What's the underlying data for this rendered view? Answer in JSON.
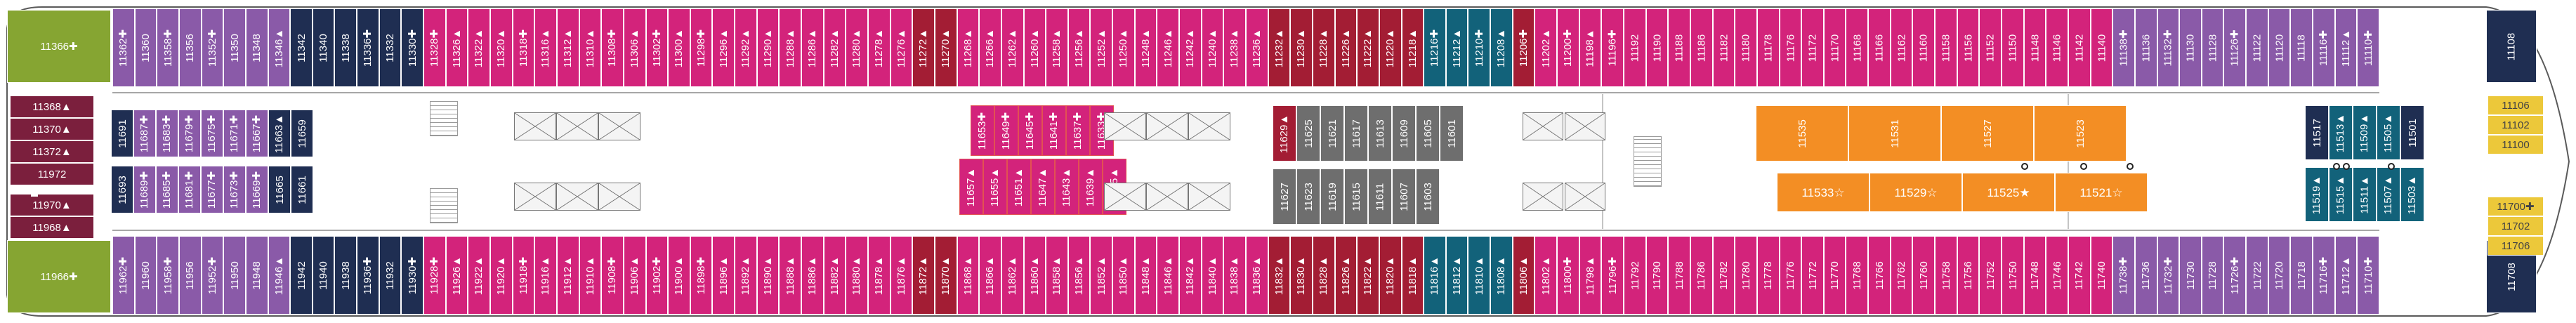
{
  "colors": {
    "purple": "#8a5aa8",
    "magenta": "#d3237b",
    "crimson": "#a31d34",
    "navy": "#1f2e52",
    "teal": "#12627a",
    "orange": "#f38e24",
    "yellow": "#ecc83a",
    "olive": "#86a532",
    "wine": "#7b1f3d",
    "gray": "#6e6e6e",
    "outline": "#e25252"
  },
  "forward_inside": [
    "11368▲",
    "11370▲",
    "11372▲",
    "11972",
    "11970▲",
    "11968▲"
  ],
  "forward_top": [
    "11366✚"
  ],
  "forward_bottom": [
    "11966✚"
  ],
  "top_row": [
    {
      "v": "11362✚",
      "c": "purple"
    },
    {
      "v": "11360",
      "c": "purple"
    },
    {
      "v": "11358✚",
      "c": "purple"
    },
    {
      "v": "11356",
      "c": "purple"
    },
    {
      "v": "11352✚",
      "c": "purple"
    },
    {
      "v": "11350",
      "c": "purple"
    },
    {
      "v": "11348",
      "c": "purple"
    },
    {
      "v": "11346▲",
      "c": "purple"
    },
    {
      "v": "11342",
      "c": "navy"
    },
    {
      "v": "11340",
      "c": "navy"
    },
    {
      "v": "11338",
      "c": "navy"
    },
    {
      "v": "11336✚",
      "c": "navy"
    },
    {
      "v": "11332",
      "c": "navy"
    },
    {
      "v": "11330✚",
      "c": "navy"
    },
    {
      "v": "11328✚",
      "c": "magenta"
    },
    {
      "v": "11326▲",
      "c": "magenta"
    },
    {
      "v": "11322▲",
      "c": "magenta"
    },
    {
      "v": "11320▲",
      "c": "magenta"
    },
    {
      "v": "11318✚",
      "c": "magenta"
    },
    {
      "v": "11316▲",
      "c": "magenta"
    },
    {
      "v": "11312▲",
      "c": "magenta"
    },
    {
      "v": "11310▲",
      "c": "magenta"
    },
    {
      "v": "11308✚",
      "c": "magenta"
    },
    {
      "v": "11306▲",
      "c": "magenta"
    },
    {
      "v": "11302✚",
      "c": "magenta"
    },
    {
      "v": "11300▲",
      "c": "magenta"
    },
    {
      "v": "11298✚",
      "c": "magenta"
    },
    {
      "v": "11296▲",
      "c": "magenta"
    },
    {
      "v": "11292▲",
      "c": "magenta"
    },
    {
      "v": "11290▲",
      "c": "magenta"
    },
    {
      "v": "11288▲",
      "c": "magenta"
    },
    {
      "v": "11286▲",
      "c": "magenta"
    },
    {
      "v": "11282▲",
      "c": "magenta"
    },
    {
      "v": "11280▲",
      "c": "magenta"
    },
    {
      "v": "11278▲",
      "c": "magenta"
    },
    {
      "v": "11276▲",
      "c": "magenta"
    },
    {
      "v": "11272▲",
      "c": "crimson"
    },
    {
      "v": "11270▲",
      "c": "crimson"
    },
    {
      "v": "11268▲",
      "c": "magenta"
    },
    {
      "v": "11266▲",
      "c": "magenta"
    },
    {
      "v": "11262▲",
      "c": "magenta"
    },
    {
      "v": "11260▲",
      "c": "magenta"
    },
    {
      "v": "11258▲",
      "c": "magenta"
    },
    {
      "v": "11256▲",
      "c": "magenta"
    },
    {
      "v": "11252▲",
      "c": "magenta"
    },
    {
      "v": "11250▲",
      "c": "magenta"
    },
    {
      "v": "11248▲",
      "c": "magenta"
    },
    {
      "v": "11246▲",
      "c": "magenta"
    },
    {
      "v": "11242▲",
      "c": "magenta"
    },
    {
      "v": "11240▲",
      "c": "magenta"
    },
    {
      "v": "11238▲",
      "c": "magenta"
    },
    {
      "v": "11236▲",
      "c": "magenta"
    },
    {
      "v": "11232▲",
      "c": "crimson"
    },
    {
      "v": "11230▲",
      "c": "crimson"
    },
    {
      "v": "11228▲",
      "c": "crimson"
    },
    {
      "v": "11226▲",
      "c": "crimson"
    },
    {
      "v": "11222▲",
      "c": "crimson"
    },
    {
      "v": "11220▲",
      "c": "crimson"
    },
    {
      "v": "11218▲",
      "c": "crimson"
    },
    {
      "v": "11216✚",
      "c": "teal"
    },
    {
      "v": "11212▲",
      "c": "teal"
    },
    {
      "v": "11210✚",
      "c": "teal"
    },
    {
      "v": "11208▲",
      "c": "teal"
    },
    {
      "v": "11206✚",
      "c": "crimson"
    },
    {
      "v": "11202▲",
      "c": "magenta"
    },
    {
      "v": "11200✚",
      "c": "magenta"
    },
    {
      "v": "11198▲",
      "c": "magenta"
    },
    {
      "v": "11196✚",
      "c": "magenta"
    },
    {
      "v": "11192",
      "c": "magenta"
    },
    {
      "v": "11190",
      "c": "magenta"
    },
    {
      "v": "11188",
      "c": "magenta"
    },
    {
      "v": "11186",
      "c": "magenta"
    },
    {
      "v": "11182",
      "c": "magenta"
    },
    {
      "v": "11180",
      "c": "magenta"
    },
    {
      "v": "11178",
      "c": "magenta"
    },
    {
      "v": "11176",
      "c": "magenta"
    },
    {
      "v": "11172",
      "c": "magenta"
    },
    {
      "v": "11170",
      "c": "magenta"
    },
    {
      "v": "11168",
      "c": "magenta"
    },
    {
      "v": "11166",
      "c": "magenta"
    },
    {
      "v": "11162",
      "c": "magenta"
    },
    {
      "v": "11160",
      "c": "magenta"
    },
    {
      "v": "11158",
      "c": "magenta"
    },
    {
      "v": "11156",
      "c": "magenta"
    },
    {
      "v": "11152",
      "c": "magenta"
    },
    {
      "v": "11150",
      "c": "magenta"
    },
    {
      "v": "11148",
      "c": "magenta"
    },
    {
      "v": "11146",
      "c": "magenta"
    },
    {
      "v": "11142",
      "c": "magenta"
    },
    {
      "v": "11140",
      "c": "magenta"
    },
    {
      "v": "11138✚",
      "c": "purple"
    },
    {
      "v": "11136",
      "c": "purple"
    },
    {
      "v": "11132✚",
      "c": "purple"
    },
    {
      "v": "11130",
      "c": "purple"
    },
    {
      "v": "11128",
      "c": "purple"
    },
    {
      "v": "11126✚",
      "c": "purple"
    },
    {
      "v": "11122",
      "c": "purple"
    },
    {
      "v": "11120",
      "c": "purple"
    },
    {
      "v": "11118",
      "c": "purple"
    },
    {
      "v": "11116✚",
      "c": "purple"
    },
    {
      "v": "11112▲",
      "c": "purple"
    },
    {
      "v": "11110✚",
      "c": "purple"
    }
  ],
  "bottom_row": [
    {
      "v": "11962✚",
      "c": "purple"
    },
    {
      "v": "11960",
      "c": "purple"
    },
    {
      "v": "11958✚",
      "c": "purple"
    },
    {
      "v": "11956",
      "c": "purple"
    },
    {
      "v": "11952✚",
      "c": "purple"
    },
    {
      "v": "11950",
      "c": "purple"
    },
    {
      "v": "11948",
      "c": "purple"
    },
    {
      "v": "11946▲",
      "c": "purple"
    },
    {
      "v": "11942",
      "c": "navy"
    },
    {
      "v": "11940",
      "c": "navy"
    },
    {
      "v": "11938",
      "c": "navy"
    },
    {
      "v": "11936✚",
      "c": "navy"
    },
    {
      "v": "11932",
      "c": "navy"
    },
    {
      "v": "11930✚",
      "c": "navy"
    },
    {
      "v": "11928✚",
      "c": "magenta"
    },
    {
      "v": "11926▲",
      "c": "magenta"
    },
    {
      "v": "11922▲",
      "c": "magenta"
    },
    {
      "v": "11920▲",
      "c": "magenta"
    },
    {
      "v": "11918✚",
      "c": "magenta"
    },
    {
      "v": "11916▲",
      "c": "magenta"
    },
    {
      "v": "11912▲",
      "c": "magenta"
    },
    {
      "v": "11910▲",
      "c": "magenta"
    },
    {
      "v": "11908✚",
      "c": "magenta"
    },
    {
      "v": "11906▲",
      "c": "magenta"
    },
    {
      "v": "11902✚",
      "c": "magenta"
    },
    {
      "v": "11900▲",
      "c": "magenta"
    },
    {
      "v": "11898✚",
      "c": "magenta"
    },
    {
      "v": "11896▲",
      "c": "magenta"
    },
    {
      "v": "11892▲",
      "c": "magenta"
    },
    {
      "v": "11890▲",
      "c": "magenta"
    },
    {
      "v": "11888▲",
      "c": "magenta"
    },
    {
      "v": "11886▲",
      "c": "magenta"
    },
    {
      "v": "11882▲",
      "c": "magenta"
    },
    {
      "v": "11880▲",
      "c": "magenta"
    },
    {
      "v": "11878▲",
      "c": "magenta"
    },
    {
      "v": "11876▲",
      "c": "magenta"
    },
    {
      "v": "11872▲",
      "c": "crimson"
    },
    {
      "v": "11870▲",
      "c": "crimson"
    },
    {
      "v": "11868▲",
      "c": "magenta"
    },
    {
      "v": "11866▲",
      "c": "magenta"
    },
    {
      "v": "11862▲",
      "c": "magenta"
    },
    {
      "v": "11860▲",
      "c": "magenta"
    },
    {
      "v": "11858▲",
      "c": "magenta"
    },
    {
      "v": "11856▲",
      "c": "magenta"
    },
    {
      "v": "11852▲",
      "c": "magenta"
    },
    {
      "v": "11850▲",
      "c": "magenta"
    },
    {
      "v": "11848▲",
      "c": "magenta"
    },
    {
      "v": "11846▲",
      "c": "magenta"
    },
    {
      "v": "11842▲",
      "c": "magenta"
    },
    {
      "v": "11840▲",
      "c": "magenta"
    },
    {
      "v": "11838▲",
      "c": "magenta"
    },
    {
      "v": "11836▲",
      "c": "magenta"
    },
    {
      "v": "11832▲",
      "c": "crimson"
    },
    {
      "v": "11830▲",
      "c": "crimson"
    },
    {
      "v": "11828▲",
      "c": "crimson"
    },
    {
      "v": "11826▲",
      "c": "crimson"
    },
    {
      "v": "11822▲",
      "c": "crimson"
    },
    {
      "v": "11820▲",
      "c": "crimson"
    },
    {
      "v": "11818▲",
      "c": "crimson"
    },
    {
      "v": "11816▲",
      "c": "teal"
    },
    {
      "v": "11812▲",
      "c": "teal"
    },
    {
      "v": "11810▲",
      "c": "teal"
    },
    {
      "v": "11808▲",
      "c": "teal"
    },
    {
      "v": "11806▲",
      "c": "crimson"
    },
    {
      "v": "11802▲",
      "c": "magenta"
    },
    {
      "v": "11800✚",
      "c": "magenta"
    },
    {
      "v": "11798▲",
      "c": "magenta"
    },
    {
      "v": "11796✚",
      "c": "magenta"
    },
    {
      "v": "11792",
      "c": "magenta"
    },
    {
      "v": "11790",
      "c": "magenta"
    },
    {
      "v": "11788",
      "c": "magenta"
    },
    {
      "v": "11786",
      "c": "magenta"
    },
    {
      "v": "11782",
      "c": "magenta"
    },
    {
      "v": "11780",
      "c": "magenta"
    },
    {
      "v": "11778",
      "c": "magenta"
    },
    {
      "v": "11776",
      "c": "magenta"
    },
    {
      "v": "11772",
      "c": "magenta"
    },
    {
      "v": "11770",
      "c": "magenta"
    },
    {
      "v": "11768",
      "c": "magenta"
    },
    {
      "v": "11766",
      "c": "magenta"
    },
    {
      "v": "11762",
      "c": "magenta"
    },
    {
      "v": "11760",
      "c": "magenta"
    },
    {
      "v": "11758",
      "c": "magenta"
    },
    {
      "v": "11756",
      "c": "magenta"
    },
    {
      "v": "11752",
      "c": "magenta"
    },
    {
      "v": "11750",
      "c": "magenta"
    },
    {
      "v": "11748",
      "c": "magenta"
    },
    {
      "v": "11746",
      "c": "magenta"
    },
    {
      "v": "11742",
      "c": "magenta"
    },
    {
      "v": "11740",
      "c": "magenta"
    },
    {
      "v": "11738✚",
      "c": "purple"
    },
    {
      "v": "11736",
      "c": "purple"
    },
    {
      "v": "11732✚",
      "c": "purple"
    },
    {
      "v": "11730",
      "c": "purple"
    },
    {
      "v": "11728",
      "c": "purple"
    },
    {
      "v": "11726✚",
      "c": "purple"
    },
    {
      "v": "11722",
      "c": "purple"
    },
    {
      "v": "11720",
      "c": "purple"
    },
    {
      "v": "11718",
      "c": "purple"
    },
    {
      "v": "11716✚",
      "c": "purple"
    },
    {
      "v": "11712▲",
      "c": "purple"
    },
    {
      "v": "11710✚",
      "c": "purple"
    }
  ],
  "aft_inside": [
    {
      "v": "11108",
      "c": "navy"
    },
    {
      "v": "11106",
      "c": "yellow"
    },
    {
      "v": "11102",
      "c": "yellow"
    },
    {
      "v": "11100",
      "c": "yellow"
    },
    {
      "v": "11700✚",
      "c": "yellow"
    },
    {
      "v": "11702",
      "c": "yellow"
    },
    {
      "v": "11706",
      "c": "yellow"
    },
    {
      "v": "11708",
      "c": "navy"
    }
  ],
  "inner_a_upper": [
    {
      "v": "11691",
      "c": "navy"
    },
    {
      "v": "11687✚",
      "c": "purple"
    },
    {
      "v": "11683✚",
      "c": "purple"
    },
    {
      "v": "11679✚",
      "c": "purple"
    },
    {
      "v": "11675✚",
      "c": "purple"
    },
    {
      "v": "11671✚",
      "c": "purple"
    },
    {
      "v": "11667✚",
      "c": "purple"
    },
    {
      "v": "11663▲",
      "c": "navy"
    },
    {
      "v": "11659",
      "c": "navy"
    }
  ],
  "inner_a_lower": [
    {
      "v": "11693",
      "c": "navy"
    },
    {
      "v": "11689✚",
      "c": "purple"
    },
    {
      "v": "11685✚",
      "c": "purple"
    },
    {
      "v": "11681✚",
      "c": "purple"
    },
    {
      "v": "11677✚",
      "c": "purple"
    },
    {
      "v": "11673✚",
      "c": "purple"
    },
    {
      "v": "11669✚",
      "c": "purple"
    },
    {
      "v": "11665",
      "c": "navy"
    },
    {
      "v": "11661",
      "c": "navy"
    }
  ],
  "inner_b_upper": [
    {
      "v": "11653✚",
      "c": "magenta"
    },
    {
      "v": "11649✚",
      "c": "magenta"
    },
    {
      "v": "11645✚",
      "c": "magenta"
    },
    {
      "v": "11641✚",
      "c": "magenta"
    },
    {
      "v": "11637✚",
      "c": "magenta"
    },
    {
      "v": "11633✚",
      "c": "magenta"
    }
  ],
  "inner_b_lower": [
    {
      "v": "11657▲",
      "c": "magenta"
    },
    {
      "v": "11655▲",
      "c": "magenta"
    },
    {
      "v": "11651▲",
      "c": "magenta"
    },
    {
      "v": "11647▲",
      "c": "magenta"
    },
    {
      "v": "11643▲",
      "c": "magenta"
    },
    {
      "v": "11639▲",
      "c": "magenta"
    },
    {
      "v": "11635▲",
      "c": "magenta"
    }
  ],
  "inner_c_upper": [
    {
      "v": "11629▲",
      "c": "crimson"
    },
    {
      "v": "11625",
      "c": "gray"
    },
    {
      "v": "11621",
      "c": "gray"
    },
    {
      "v": "11617",
      "c": "gray"
    },
    {
      "v": "11613",
      "c": "gray"
    },
    {
      "v": "11609",
      "c": "gray"
    },
    {
      "v": "11605",
      "c": "gray"
    },
    {
      "v": "11601",
      "c": "gray"
    }
  ],
  "inner_c_lower": [
    {
      "v": "11627",
      "c": "gray"
    },
    {
      "v": "11623",
      "c": "gray"
    },
    {
      "v": "11619",
      "c": "gray"
    },
    {
      "v": "11615",
      "c": "gray"
    },
    {
      "v": "11611",
      "c": "gray"
    },
    {
      "v": "11607",
      "c": "gray"
    },
    {
      "v": "11603",
      "c": "gray"
    }
  ],
  "suites_upper": [
    "11535",
    "11531",
    "11527",
    "11523"
  ],
  "suites_lower": [
    "11533☆",
    "11529☆",
    "11525★",
    "11521☆"
  ],
  "inner_d_upper": [
    {
      "v": "11517",
      "c": "navy"
    },
    {
      "v": "11513▲",
      "c": "teal"
    },
    {
      "v": "11509▲",
      "c": "teal"
    },
    {
      "v": "11505▲",
      "c": "teal"
    },
    {
      "v": "11501",
      "c": "navy"
    }
  ],
  "inner_d_lower": [
    {
      "v": "11519▲",
      "c": "teal"
    },
    {
      "v": "11515▲",
      "c": "teal"
    },
    {
      "v": "11511▲",
      "c": "teal"
    },
    {
      "v": "11507▲",
      "c": "teal"
    },
    {
      "v": "11503▲",
      "c": "teal"
    }
  ]
}
